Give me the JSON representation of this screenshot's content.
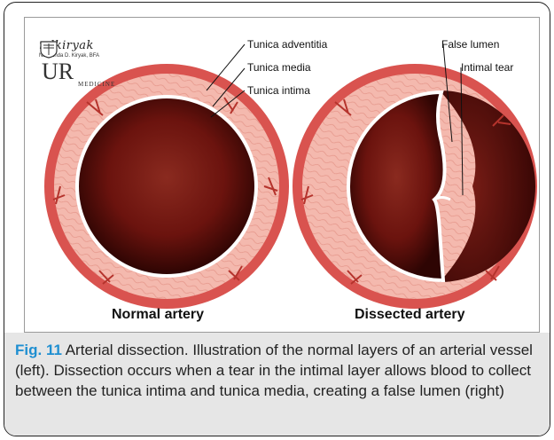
{
  "diagram": {
    "signature": "ndkiryak",
    "author": "Nadezhda D. Kiryak, BFA",
    "logo_text": "UR",
    "logo_subtext": "MEDICINE",
    "labels": {
      "tunica_adventitia": "Tunica adventitia",
      "tunica_media": "Tunica media",
      "tunica_intima": "Tunica intima",
      "false_lumen": "False lumen",
      "intimal_tear": "Intimal tear"
    },
    "titles": {
      "normal": "Normal artery",
      "dissected": "Dissected artery"
    }
  },
  "caption": {
    "fig_label": "Fig. 11",
    "text": "Arterial dissection. Illustration of the normal layers of an arterial vessel (left). Dissection occurs when a tear in the intimal layer allows blood to collect between the tunica intima and tunica media, creating a false lumen (right)"
  },
  "colors": {
    "adventitia": "#d9534f",
    "media": "#f2b3a8",
    "intima": "#ffffff",
    "lumen_center": "#7a1a14",
    "lumen_edge": "#3a0806",
    "caption_bg": "#e6e6e6",
    "fig_label": "#1f8fd1"
  }
}
